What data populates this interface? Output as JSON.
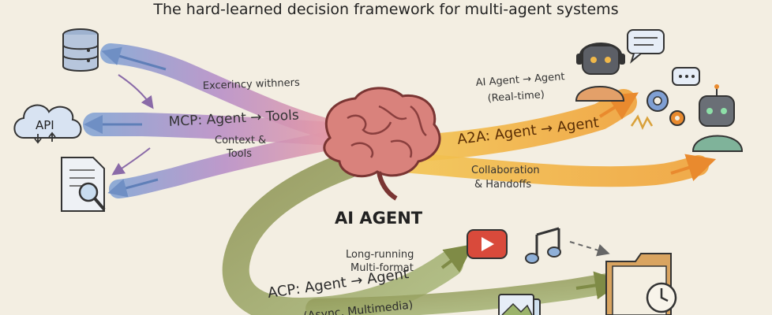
{
  "title": "The hard-learned decision framework for multi-agent systems",
  "center_label": "AI AGENT",
  "mcp": {
    "label": "MCP: Agent → Tools",
    "caption_top": "Excerincy withners",
    "caption_bottom_line1": "Context &",
    "caption_bottom_line2": "Tools"
  },
  "a2a": {
    "label": "A2A: Agent → Agent",
    "caption_top_line1": "AI Agent → Agent",
    "caption_top_line2": "(Real-time)",
    "caption_bottom_line1": "Collaboration",
    "caption_bottom_line2": "& Handoffs"
  },
  "acp": {
    "label": "ACP: Agent → Agent",
    "sublabel": "(Async, Multimedia)",
    "caption_line1": "Long-running",
    "caption_line2": "Multi-format"
  },
  "tools": {
    "api_label": "API"
  },
  "colors": {
    "mcp_blue": "#7f9fd3",
    "mcp_purple": "#b58ac6",
    "mcp_pink": "#e59aa6",
    "a2a_orange": "#f0a33a",
    "a2a_yellow": "#f3c552",
    "acp_olive": "#8f9a58",
    "acp_green": "#9bb36b",
    "brain_pink": "#d9827c",
    "brain_dark": "#8a3f3e",
    "robot_orange": "#e3a069",
    "robot_green": "#7fb39a",
    "youtube_red": "#d94a3b",
    "folder_tan": "#d9a460"
  },
  "icons": [
    "database-icon",
    "api-cloud-icon",
    "document-search-icon",
    "brain-icon",
    "robot-headset-icon",
    "robot-green-icon",
    "speech-bubble-icon",
    "gears-icon",
    "video-play-icon",
    "music-note-icon",
    "image-stack-icon",
    "folder-clock-icon"
  ]
}
